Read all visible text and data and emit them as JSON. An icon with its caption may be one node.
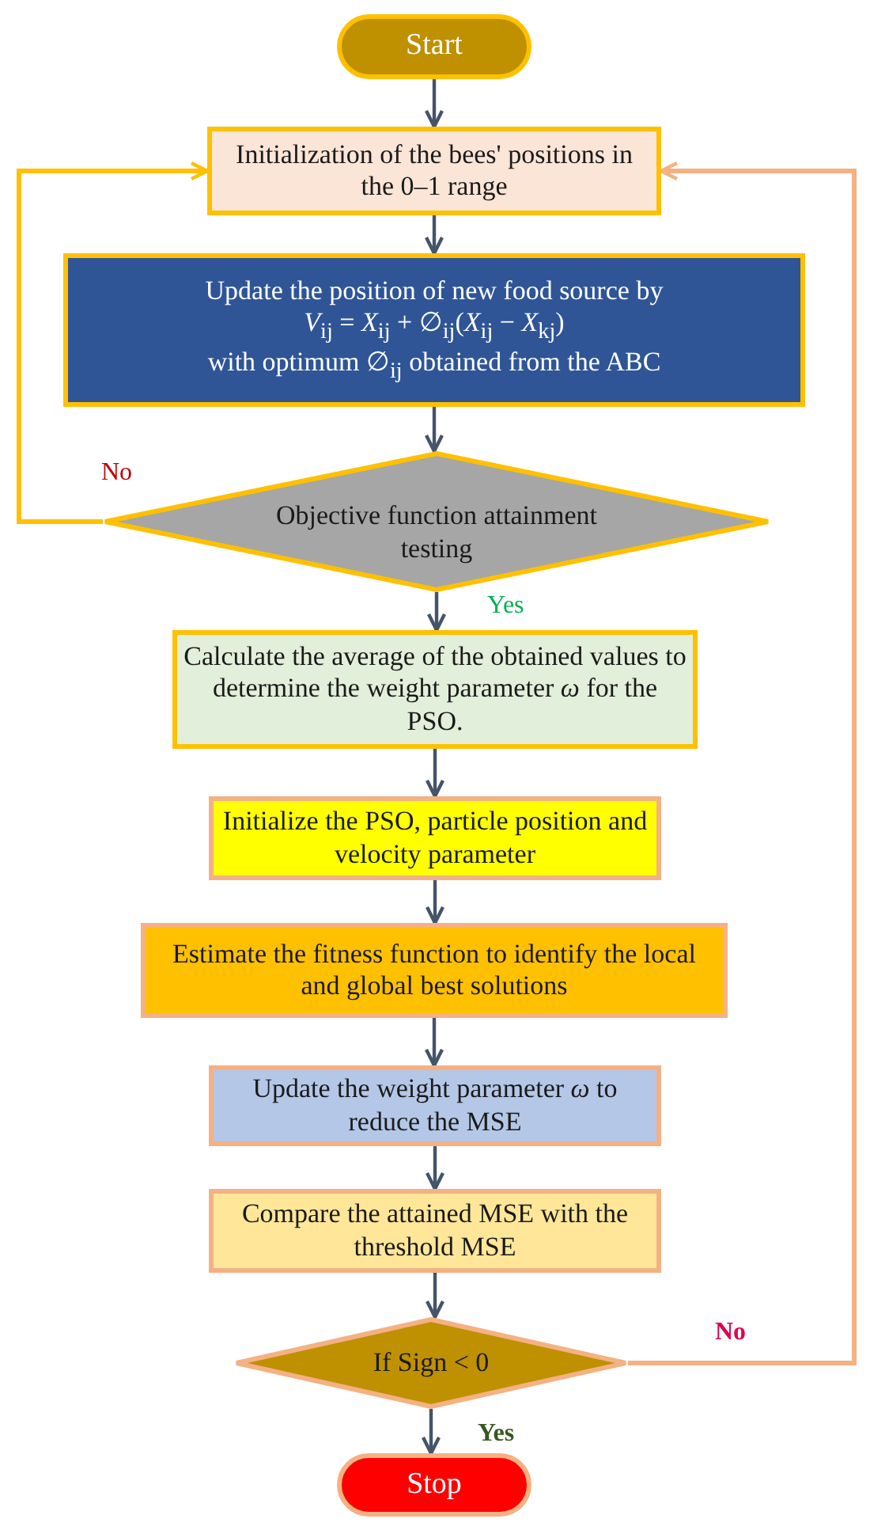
{
  "diagram": {
    "nodes": [
      {
        "text": [
          "Start"
        ]
      },
      {
        "text": [
          "Initialization of the bees' positions in the 0–1 range"
        ]
      },
      {
        "text": [
          "Update the position of new food source by",
          "*V*$_{ij}$ = *X*$_{ij}$ + ∅$_{ij}$(*X*$_{ij}$ − *X*$_{kj}$)",
          "with optimum ∅$_{ij}$ obtained from the ABC"
        ]
      },
      {
        "text": [
          "Objective function attainment testing"
        ]
      },
      {
        "text": [
          "Calculate the average of the obtained values to determine the weight parameter *ω* for the PSO."
        ]
      },
      {
        "text": [
          "Initialize the PSO, particle position and velocity parameter"
        ]
      },
      {
        "text": [
          "Estimate the fitness function to identify the local and global best solutions"
        ]
      },
      {
        "text": [
          "Update the weight parameter *ω* to reduce the MSE"
        ]
      },
      {
        "text": [
          "Compare the attained MSE with the threshold MSE"
        ]
      },
      {
        "text": [
          "If Sign < 0"
        ]
      },
      {
        "text": [
          "Stop"
        ]
      }
    ],
    "edges": [
      {
        "from": 0,
        "to": 1,
        "arrow": "to"
      },
      {
        "from": 1,
        "to": 2,
        "arrow": "to"
      },
      {
        "from": 2,
        "to": 3,
        "arrow": "to"
      },
      {
        "from": 3,
        "to": 1,
        "arrow": "to",
        "label": "No",
        "color": "#ffc000"
      },
      {
        "from": 3,
        "to": 4,
        "arrow": "to",
        "label": "Yes"
      },
      {
        "from": 4,
        "to": 5,
        "arrow": "to"
      },
      {
        "from": 5,
        "to": 6,
        "arrow": "to"
      },
      {
        "from": 6,
        "to": 7,
        "arrow": "to"
      },
      {
        "from": 7,
        "to": 8,
        "arrow": "to"
      },
      {
        "from": 8,
        "to": 9,
        "arrow": "to"
      },
      {
        "from": 9,
        "to": 1,
        "arrow": "to",
        "label": "No",
        "color": "#f4b183"
      },
      {
        "from": 9,
        "to": 10,
        "arrow": "to",
        "label": "Yes"
      }
    ]
  }
}
